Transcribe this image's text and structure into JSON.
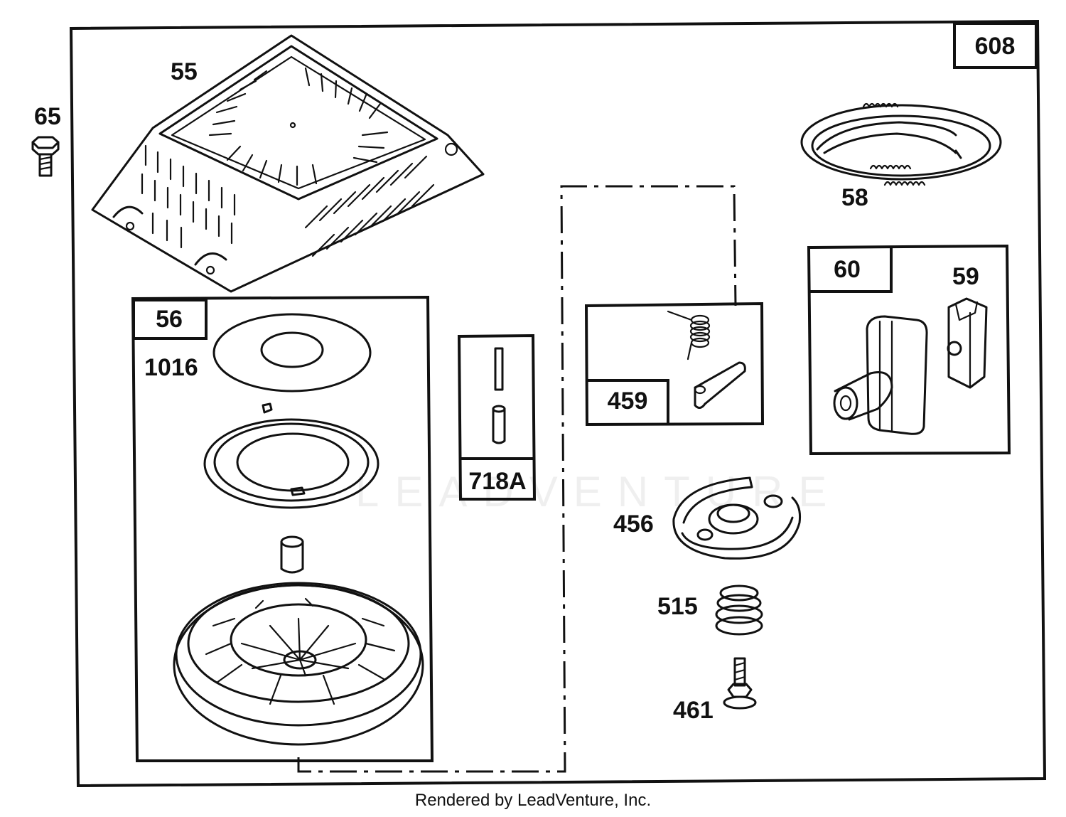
{
  "diagram": {
    "outer_label": "608",
    "parts": {
      "p55": "55",
      "p65": "65",
      "p56": "56",
      "p1016": "1016",
      "p718a": "718A",
      "p459": "459",
      "p58": "58",
      "p60": "60",
      "p59": "59",
      "p456": "456",
      "p515": "515",
      "p461": "461"
    },
    "watermark": "LEADVENTURE"
  },
  "footer": {
    "text": "Rendered by LeadVenture, Inc."
  }
}
